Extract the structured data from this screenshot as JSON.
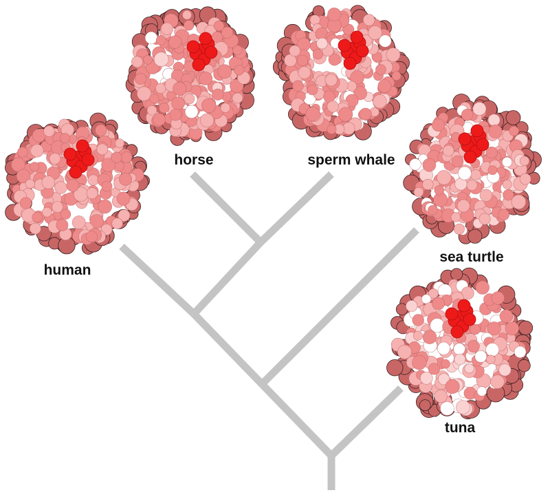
{
  "colors": {
    "branch": "#c4c4c4",
    "protein_base": "#ee8a8a",
    "protein_light": "#f6b1b1",
    "protein_shadow": "#c86666",
    "heme": "#ee1a1a",
    "heme_dark": "#b30d0d",
    "variant": "#ffffff",
    "variant_pale": "#fad2d2",
    "outline": "#3a2020"
  },
  "species": [
    {
      "id": "horse",
      "label": "horse",
      "variation": 0.06
    },
    {
      "id": "sperm-whale",
      "label": "sperm whale",
      "variation": 0.1
    },
    {
      "id": "human",
      "label": "human",
      "variation": 0.0
    },
    {
      "id": "sea-turtle",
      "label": "sea turtle",
      "variation": 0.22
    },
    {
      "id": "tuna",
      "label": "tuna",
      "variation": 0.32
    }
  ]
}
